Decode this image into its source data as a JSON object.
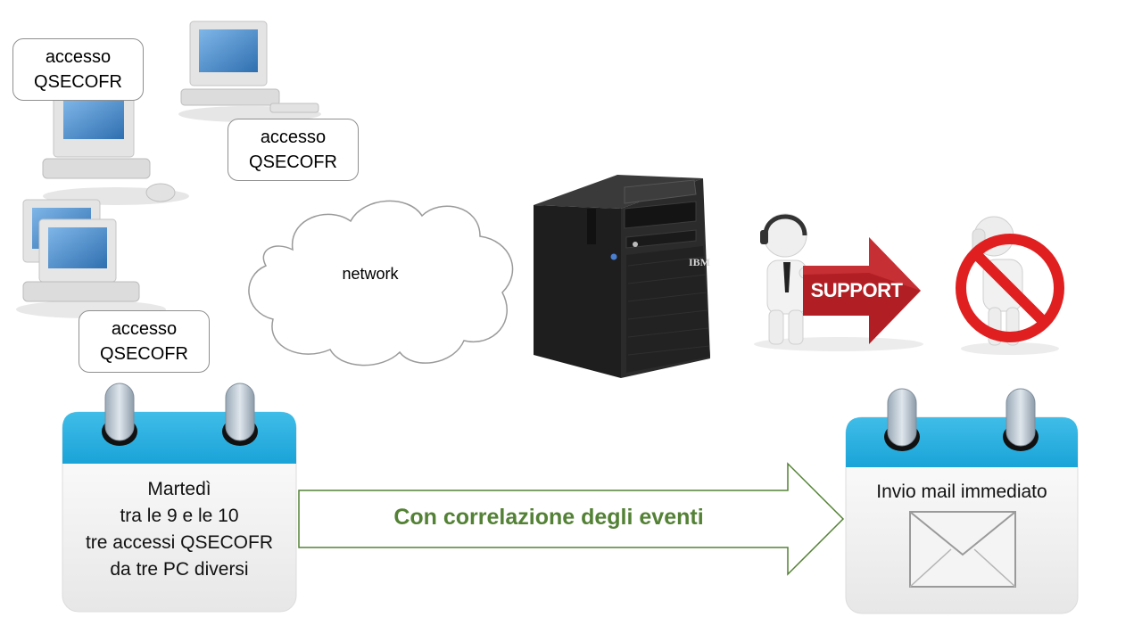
{
  "callouts": [
    {
      "line1": "accesso",
      "line2": "QSECOFR"
    },
    {
      "line1": "accesso",
      "line2": "QSECOFR"
    },
    {
      "line1": "accesso",
      "line2": "QSECOFR"
    }
  ],
  "network": {
    "label": "network"
  },
  "server": {
    "brand": "IBM"
  },
  "support": {
    "label": "SUPPORT"
  },
  "left_calendar": {
    "lines": [
      "Martedì",
      "tra le 9 e le 10",
      "tre accessi QSECOFR",
      "da tre PC diversi"
    ]
  },
  "flow": {
    "label": "Con correlazione degli eventi"
  },
  "right_calendar": {
    "title": "Invio mail immediato"
  },
  "colors": {
    "calendar_header": "#1aa3d8",
    "flow_text": "#538135",
    "support_arrow": "#b11f24",
    "prohibited": "#e02020"
  }
}
